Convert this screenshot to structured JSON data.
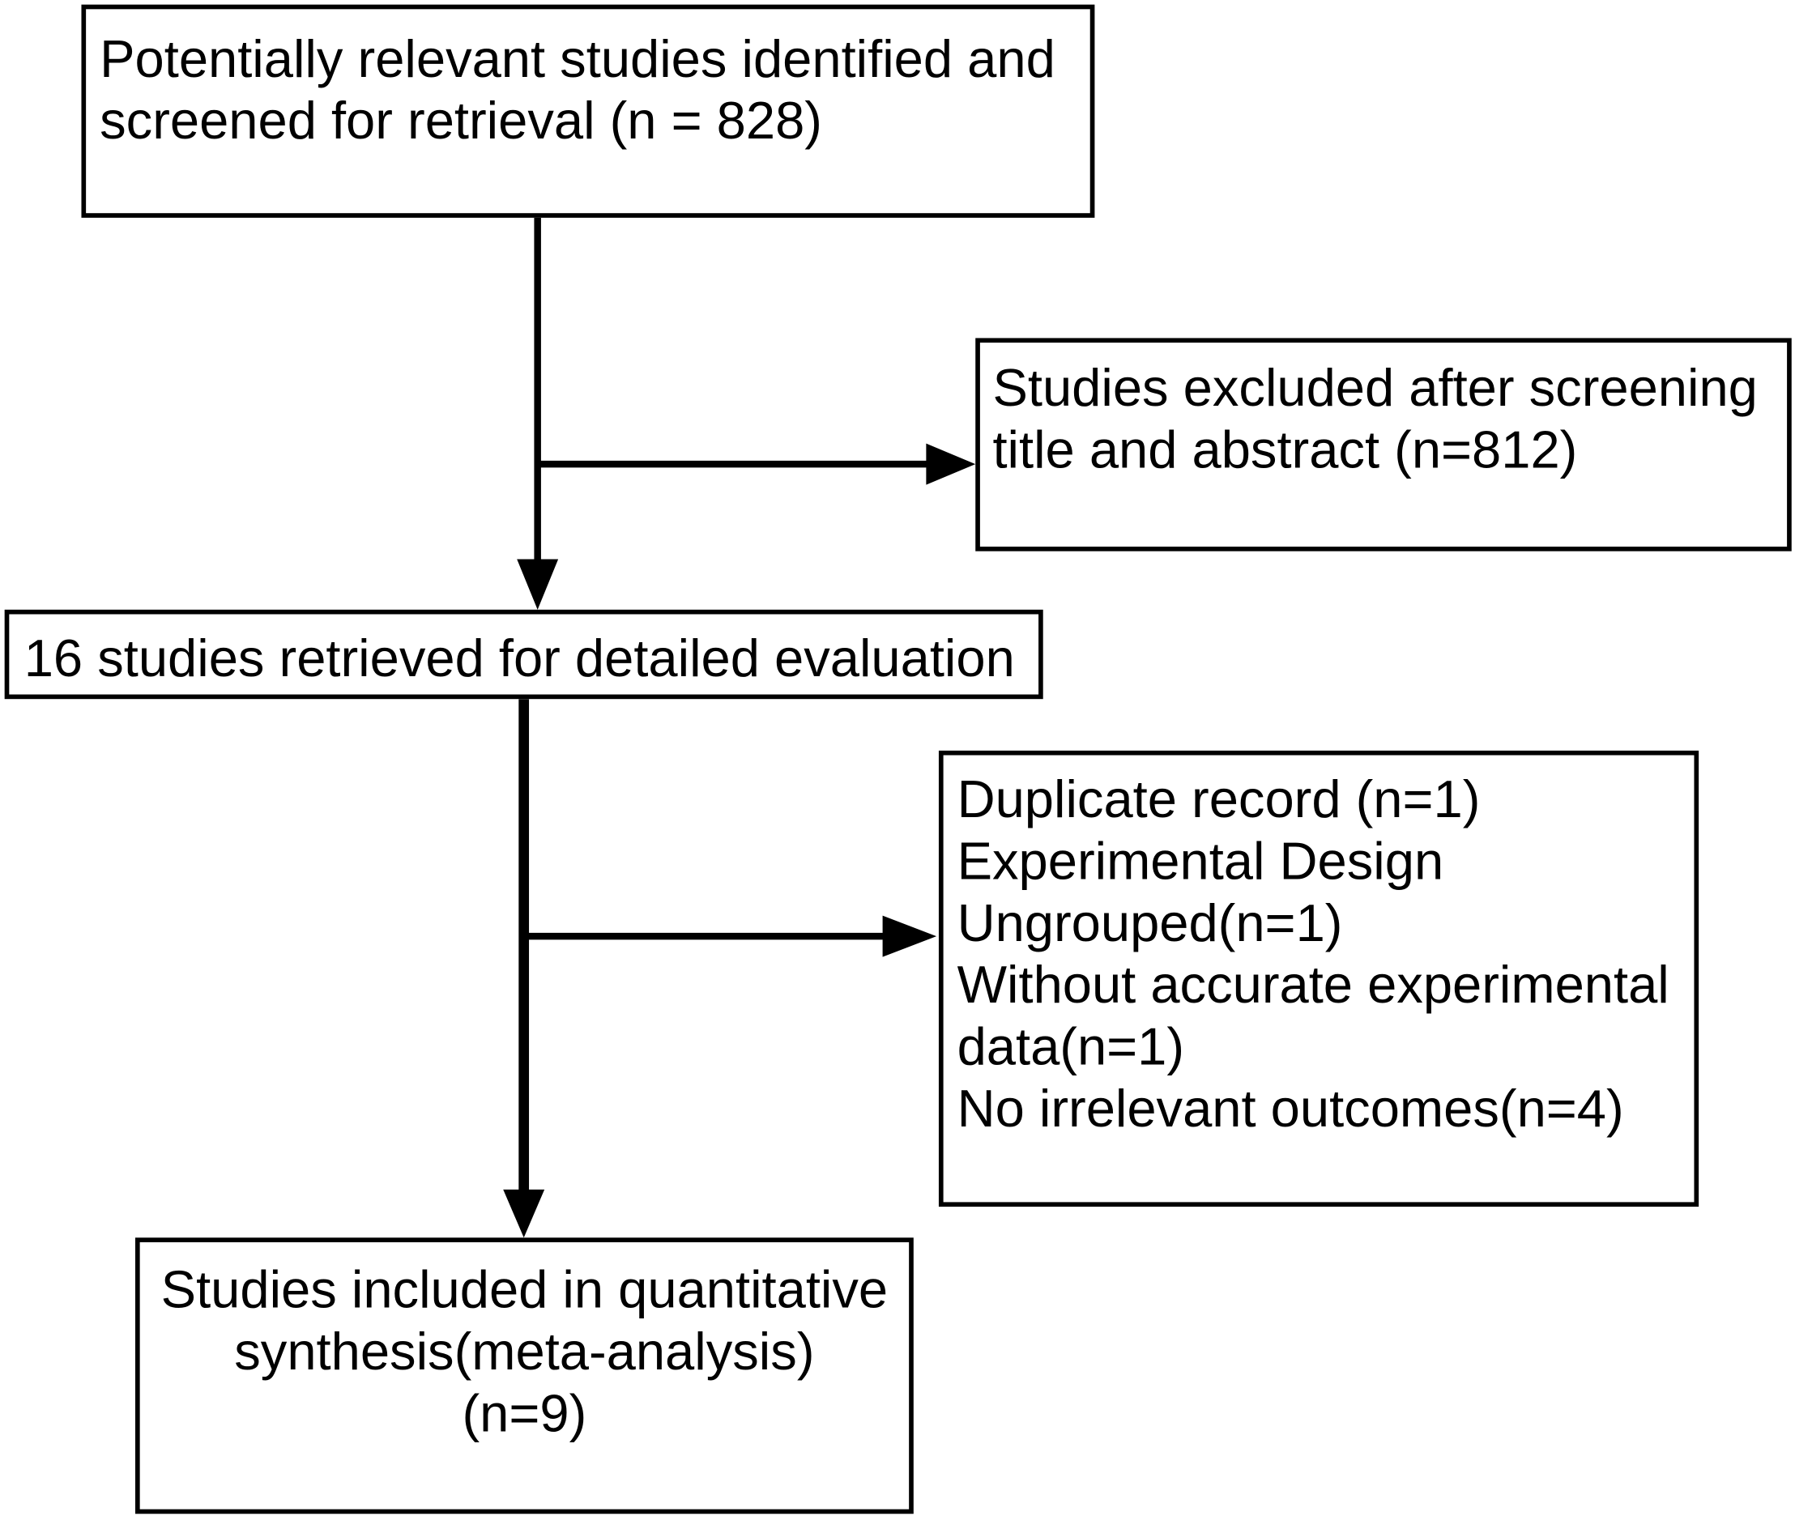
{
  "flowchart": {
    "identified": {
      "lines": [
        "Potentially relevant studies identified and",
        "screened for retrieval (n = 828)"
      ]
    },
    "excluded": {
      "lines": [
        "Studies excluded after screening",
        "title and abstract (n=812)"
      ]
    },
    "retrieved": {
      "lines": [
        "16 studies retrieved for detailed evaluation"
      ]
    },
    "exclusion_reasons": {
      "lines": [
        "Duplicate record (n=1)",
        "Experimental Design",
        "Ungrouped(n=1)",
        "Without accurate experimental",
        "data(n=1)",
        "No irrelevant outcomes(n=4)"
      ]
    },
    "included": {
      "lines": [
        "Studies included in quantitative",
        "synthesis(meta-analysis)",
        "(n=9)"
      ]
    }
  }
}
